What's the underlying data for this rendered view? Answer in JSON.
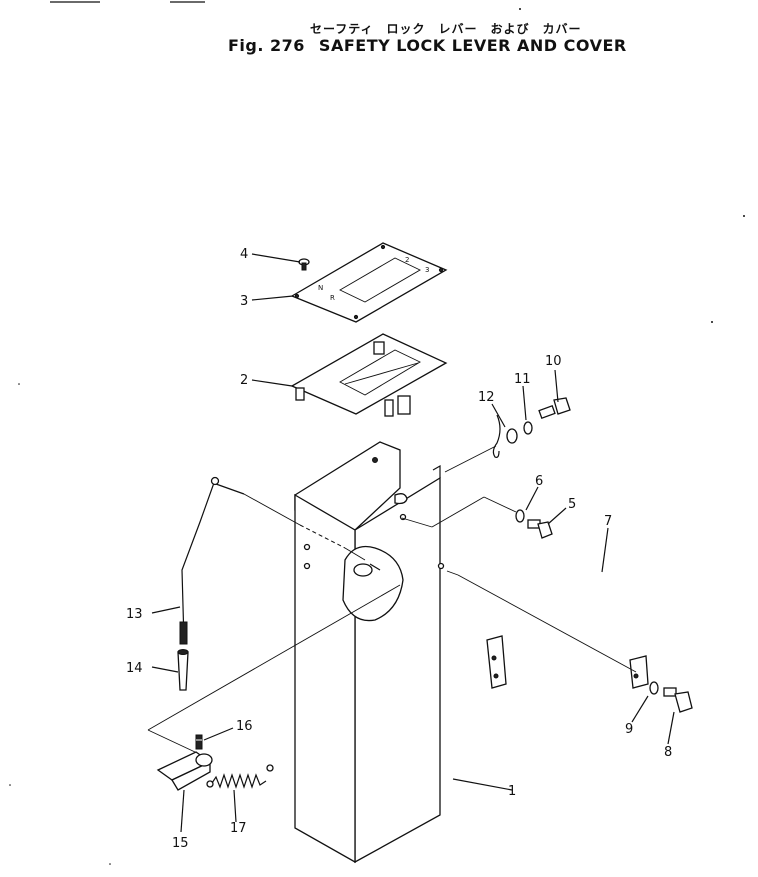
{
  "header": {
    "japanese_title": "セーフティ　ロック　レバー　および　カバー",
    "figure_number": "Fig. 276",
    "figure_title": "SAFETY LOCK LEVER AND COVER"
  },
  "callouts": [
    "1",
    "2",
    "3",
    "4",
    "5",
    "6",
    "7",
    "8",
    "9",
    "10",
    "11",
    "12",
    "13",
    "14",
    "15",
    "16",
    "17"
  ]
}
